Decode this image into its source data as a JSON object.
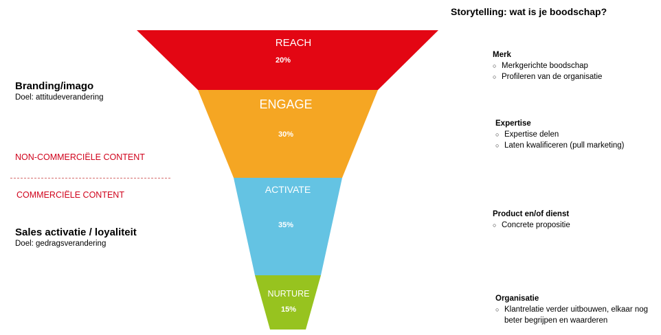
{
  "title": "Storytelling: wat is je boodschap?",
  "funnel": [
    {
      "name": "REACH",
      "percent": "20%",
      "color": "#e30613"
    },
    {
      "name": "ENGAGE",
      "percent": "30%",
      "color": "#f5a623"
    },
    {
      "name": "ACTIVATE",
      "percent": "35%",
      "color": "#64c3e3"
    },
    {
      "name": "NURTURE",
      "percent": "15%",
      "color": "#97c31f"
    }
  ],
  "left": {
    "branding": {
      "title": "Branding/imago",
      "subtitle": "Doel: attitudeverandering"
    },
    "non_commercial": "NON-COMMERCIËLE CONTENT",
    "commercial": "COMMERCIËLE CONTENT",
    "sales": {
      "title": "Sales activatie / loyaliteit",
      "subtitle": "Doel: gedragsverandering"
    }
  },
  "right": [
    {
      "title": "Merk",
      "bullets": [
        "Merkgerichte boodschap",
        "Profileren van de organisatie"
      ]
    },
    {
      "title": "Expertise",
      "bullets": [
        "Expertise delen",
        "Laten kwalificeren (pull marketing)"
      ]
    },
    {
      "title": "Product en/of dienst",
      "bullets": [
        "Concrete propositie"
      ]
    },
    {
      "title": "Organisatie",
      "bullets": [
        "Klantrelatie verder uitbouwen, elkaar nog beter begrijpen en waarderen"
      ]
    }
  ]
}
